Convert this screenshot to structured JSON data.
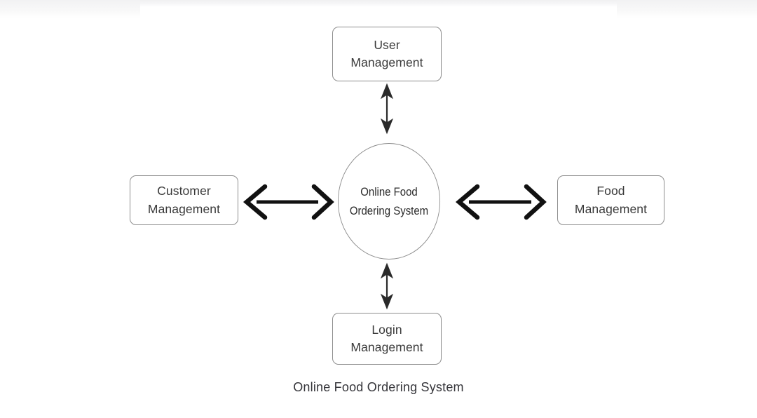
{
  "diagram": {
    "type": "context-diagram",
    "caption": "Online Food Ordering System",
    "center": {
      "shape": "circle",
      "line1": "Online Food",
      "line2": "Ordering System",
      "full_label": "Online Food Ordering System",
      "border_color": "#8a8a8a",
      "text_color": "#2b2b2b"
    },
    "nodes": [
      {
        "id": "user-management",
        "position": "top",
        "line1": "User",
        "line2": "Management",
        "full_label": "User Management",
        "border_color": "#8d8d8d",
        "text_color": "#3a3a3a"
      },
      {
        "id": "customer-management",
        "position": "left",
        "line1": "Customer",
        "line2": "Management",
        "full_label": "Customer Management",
        "border_color": "#8d8d8d",
        "text_color": "#3a3a3a"
      },
      {
        "id": "food-management",
        "position": "right",
        "line1": "Food",
        "line2": "Management",
        "full_label": "Food Management",
        "border_color": "#8d8d8d",
        "text_color": "#3a3a3a"
      },
      {
        "id": "login-management",
        "position": "bottom",
        "line1": "Login",
        "line2": "Management",
        "full_label": "Login Management",
        "border_color": "#8d8d8d",
        "text_color": "#3a3a3a"
      }
    ],
    "connectors": [
      {
        "id": "connector-customer",
        "from": "customer-management",
        "to": "online-food-ordering-system",
        "direction": "bidirectional",
        "orientation": "horizontal",
        "style": "thick-open-head",
        "color": "#111111"
      },
      {
        "id": "connector-food",
        "from": "online-food-ordering-system",
        "to": "food-management",
        "direction": "bidirectional",
        "orientation": "horizontal",
        "style": "thick-open-head",
        "color": "#111111"
      },
      {
        "id": "connector-user",
        "from": "user-management",
        "to": "online-food-ordering-system",
        "direction": "bidirectional",
        "orientation": "vertical",
        "style": "thin-solid-head",
        "color": "#2a2a2a"
      },
      {
        "id": "connector-login",
        "from": "online-food-ordering-system",
        "to": "login-management",
        "direction": "bidirectional",
        "orientation": "vertical",
        "style": "thin-solid-head",
        "color": "#2a2a2a"
      }
    ],
    "background_color": "#ffffff"
  }
}
